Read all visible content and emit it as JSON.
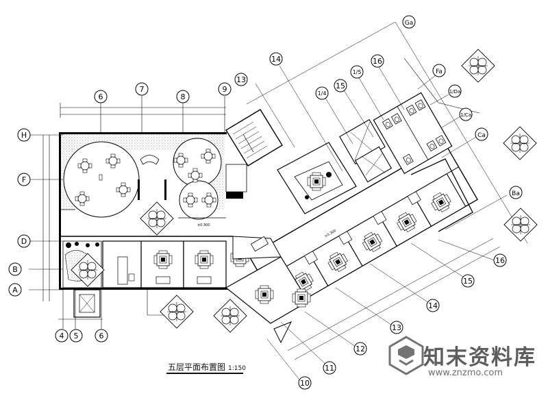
{
  "drawing": {
    "title": "五层平面布置图",
    "scale": "1:150"
  },
  "grid_axes_top": [
    "6",
    "7",
    "8",
    "9"
  ],
  "grid_axes_left": [
    "H",
    "F",
    "D",
    "B",
    "A"
  ],
  "grid_axes_bottom": [
    "4",
    "5",
    "6"
  ],
  "grid_axes_diagonal": [
    "13",
    "14",
    "1/4",
    "15",
    "1/5",
    "16",
    "Ga",
    "Fa",
    "1/Da",
    "1/Ca",
    "Ca",
    "Ba",
    "16",
    "15",
    "14",
    "13",
    "12",
    "11",
    "10"
  ],
  "watermark": {
    "text": "知末资料库",
    "url": "www.znzmo.com"
  }
}
